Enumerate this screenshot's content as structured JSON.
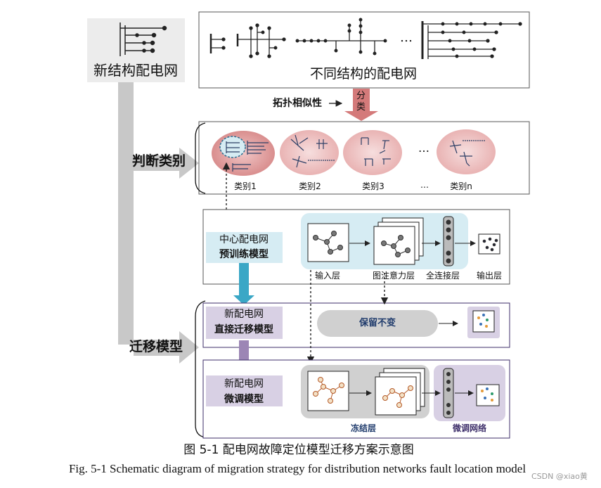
{
  "labels": {
    "new_structure": "新结构配电网",
    "different_structures": "不同结构的配电网",
    "topology_similarity": "拓扑相似性",
    "classify": "分类",
    "judge_category": "判断类别",
    "migrate_model": "迁移模型",
    "ellipsis": "…"
  },
  "categories": [
    "类别1",
    "类别2",
    "类别3",
    "…",
    "类别n"
  ],
  "pretrain": {
    "line1": "中心配电网",
    "line2": "预训练模型",
    "input_layer": "输入层",
    "attention_layer": "图注意力层",
    "fc_layer": "全连接层",
    "output_layer": "输出层"
  },
  "direct": {
    "line1": "新配电网",
    "line2": "直接迁移模型",
    "keep": "保留不变"
  },
  "finetune": {
    "line1": "新配电网",
    "line2": "微调模型",
    "frozen": "冻结层",
    "finetune_net": "微调网络"
  },
  "caption": {
    "cn": "图 5-1  配电网故障定位模型迁移方案示意图",
    "en": "Fig. 5-1 Schematic diagram of migration strategy for distribution networks fault location model"
  },
  "watermark": "CSDN @xiao黄",
  "colors": {
    "gray_arrow": "#c8c8c8",
    "red_arrow": "#d47a7a",
    "cyan": "#3aa7c6",
    "purple": "#9c86b5",
    "light_blue": "#d6ecf3",
    "light_purple": "#d8d0e4",
    "pink_ellipse": "#f2c9c9"
  }
}
